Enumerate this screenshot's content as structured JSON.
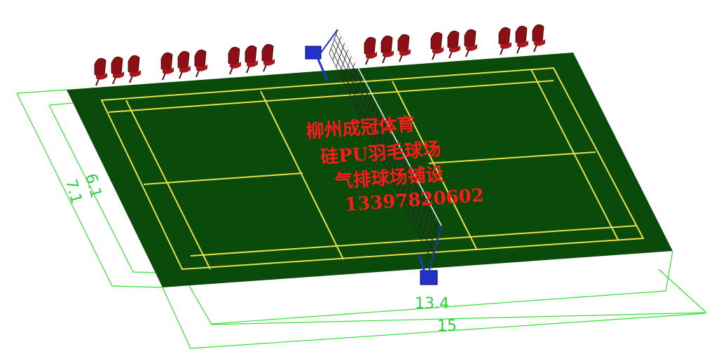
{
  "drawing": {
    "colors": {
      "court_surface": "#0a4a0a",
      "court_lines": "#e8e04a",
      "dimension_lines": "#33dd33",
      "seat": "#8b0f14",
      "net_post": "#2233cc",
      "overlay_text": "#ff1a1a"
    },
    "dimensions": {
      "length_inner": "13.4",
      "length_outer": "15",
      "width_inner": "6.1",
      "width_outer": "7.1"
    },
    "overlay_text": {
      "line1": "柳州成冠体育",
      "line2": "硅PU羽毛球场",
      "line3": "气排球场铺设",
      "line4": "13397820602"
    },
    "icons": [
      "chair-icon",
      "net-post-icon",
      "badminton-net-icon"
    ]
  }
}
